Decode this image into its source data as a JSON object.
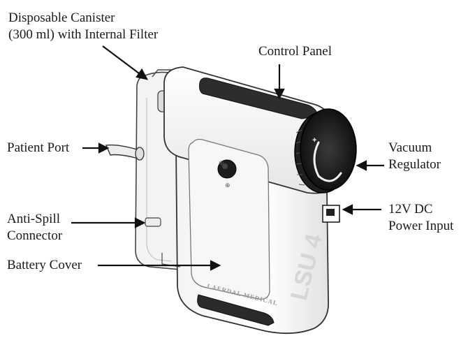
{
  "labels": {
    "canister": {
      "line1": "Disposable Canister",
      "line2": "(300 ml) with Internal Filter"
    },
    "control_panel": {
      "line1": "Control Panel"
    },
    "patient_port": {
      "line1": "Patient Port"
    },
    "vacuum_regulator": {
      "line1": "Vacuum",
      "line2": "Regulator"
    },
    "anti_spill": {
      "line1": "Anti-Spill",
      "line2": "Connector"
    },
    "power_input": {
      "line1": "12V DC",
      "line2": "Power Input"
    },
    "battery_cover": {
      "line1": "Battery Cover"
    }
  },
  "device": {
    "brand_text": "LAERDAL MEDICAL",
    "model_text": "LSU 4",
    "dial_symbol": "+"
  }
}
